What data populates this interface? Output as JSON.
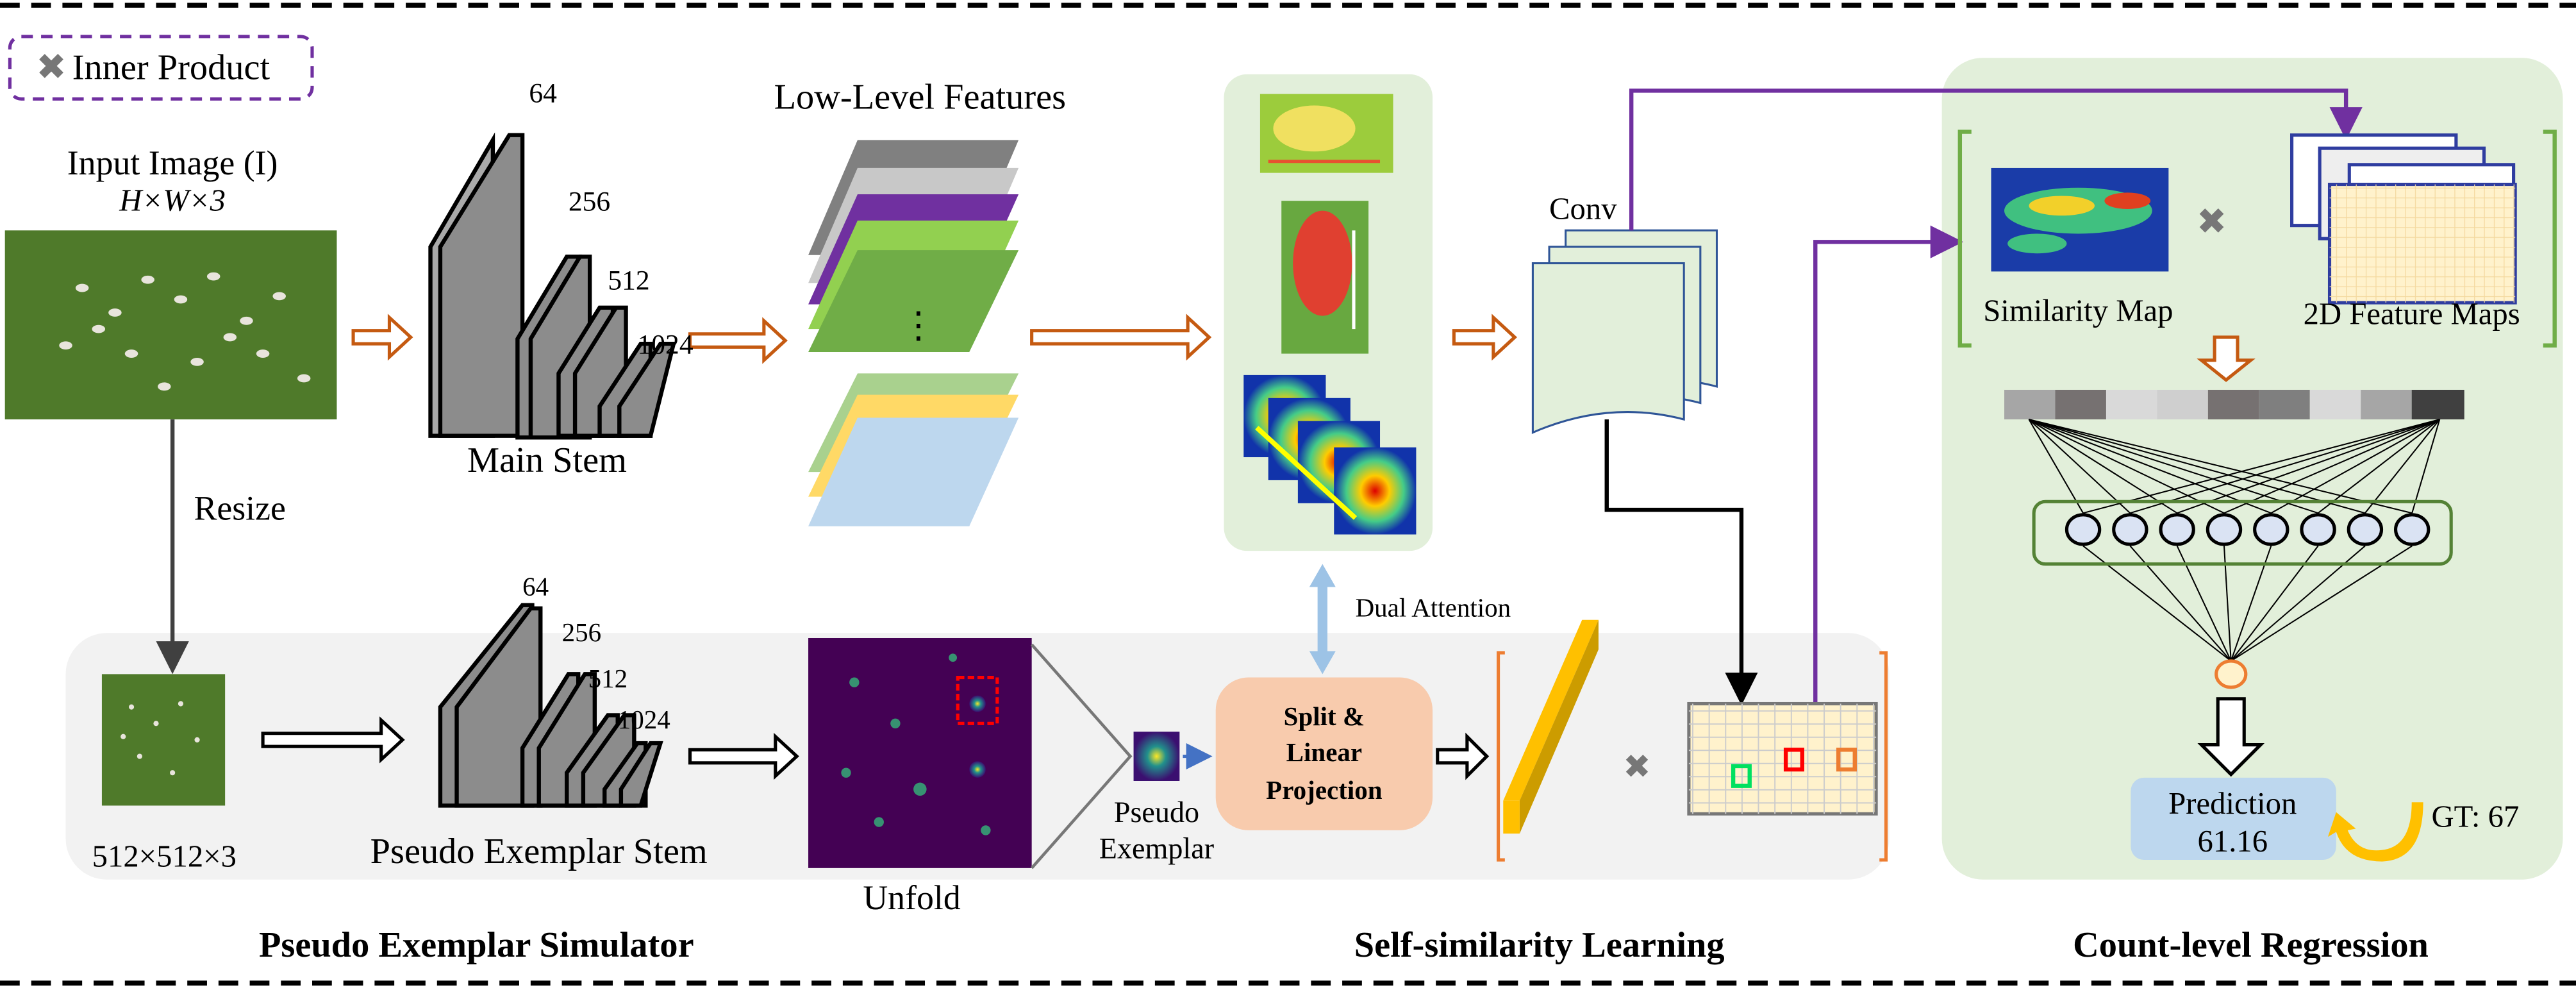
{
  "legend": {
    "icon": "cross-icon",
    "label": "Inner Product"
  },
  "input": {
    "title": "Input Image (I)",
    "dims": "H×W×3",
    "resize": "Resize",
    "small_dims": "512×512×3"
  },
  "main_stem": {
    "label": "Main Stem",
    "channels": [
      "64",
      "256",
      "512",
      "1024"
    ]
  },
  "pseudo_stem": {
    "label": "Pseudo Exemplar Stem",
    "channels": [
      "64",
      "256",
      "512",
      "1024"
    ]
  },
  "low_level": {
    "title": "Low-Level Features"
  },
  "dual_attention": "Dual Attention",
  "conv": "Conv",
  "unfold": "Unfold",
  "pseudo_exemplar": [
    "Pseudo",
    "Exemplar"
  ],
  "split": [
    "Split &",
    "Linear",
    "Projection"
  ],
  "regression": {
    "similarity_map": "Similarity Map",
    "feature_maps": "2D Feature Maps",
    "prediction_label": "Prediction",
    "prediction_value": "61.16",
    "gt": "GT: 67"
  },
  "sections": [
    "Pseudo Exemplar Simulator",
    "Self-similarity Learning",
    "Count-level Regression"
  ],
  "colors": {
    "purple": "#7030a0",
    "orange": "#c55a11",
    "panel_green": "#e2efda",
    "panel_gray": "#f2f2f2",
    "split_box": "#f8cbad",
    "prediction": "#bdd7ee"
  }
}
